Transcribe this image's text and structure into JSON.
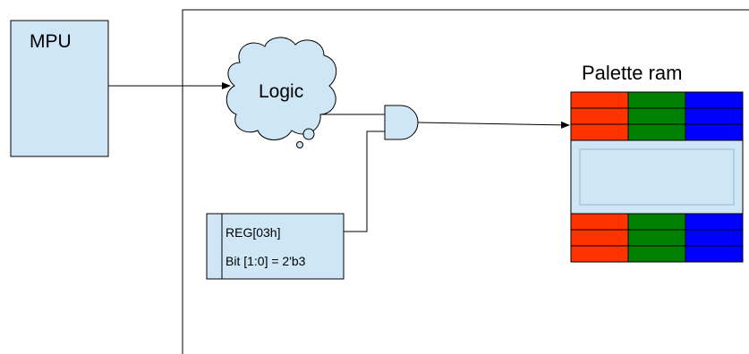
{
  "mpu": {
    "label": "MPU"
  },
  "logic": {
    "label": "Logic"
  },
  "register": {
    "line1": "REG[03h]",
    "line2": "Bit [1:0] = 2'b3"
  },
  "palette": {
    "title": "Palette ram"
  },
  "colors": {
    "block_fill": "#cfe6f6",
    "red": "#ff3300",
    "green": "#008000",
    "blue": "#0000ff",
    "line": "#000000"
  }
}
